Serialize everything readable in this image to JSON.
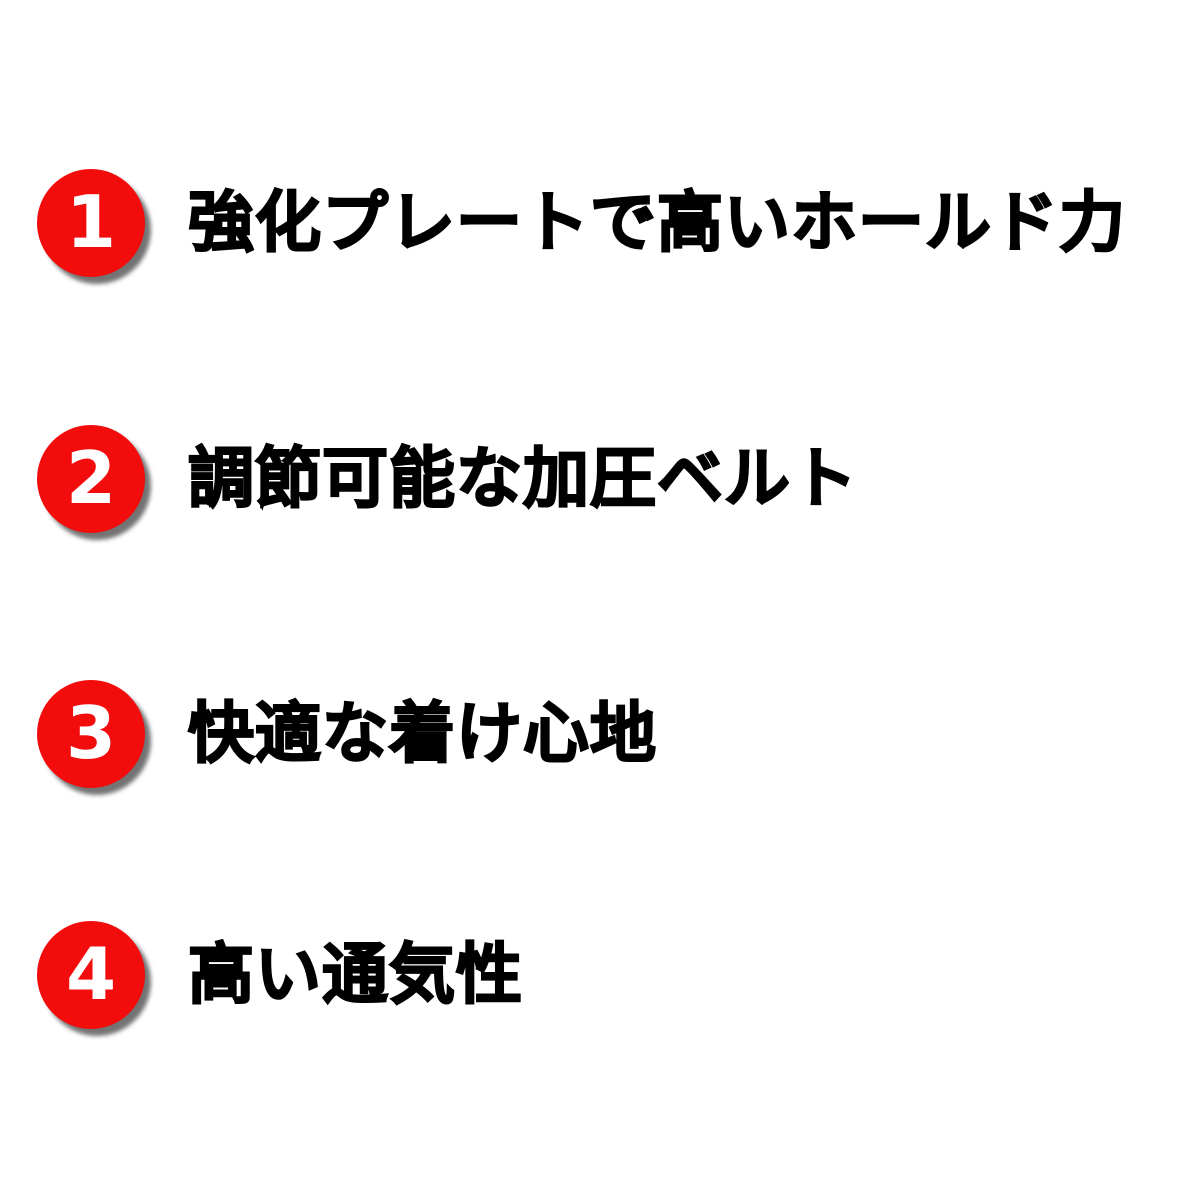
{
  "colors": {
    "badge": "#f20c0c",
    "badge_text": "#ffffff",
    "text": "#000000",
    "background": "#ffffff"
  },
  "features": [
    {
      "number": "1",
      "text": "強化プレートで高いホールド力"
    },
    {
      "number": "2",
      "text": "調節可能な加圧ベルト"
    },
    {
      "number": "3",
      "text": "快適な着け心地"
    },
    {
      "number": "4",
      "text": "高い通気性"
    }
  ]
}
